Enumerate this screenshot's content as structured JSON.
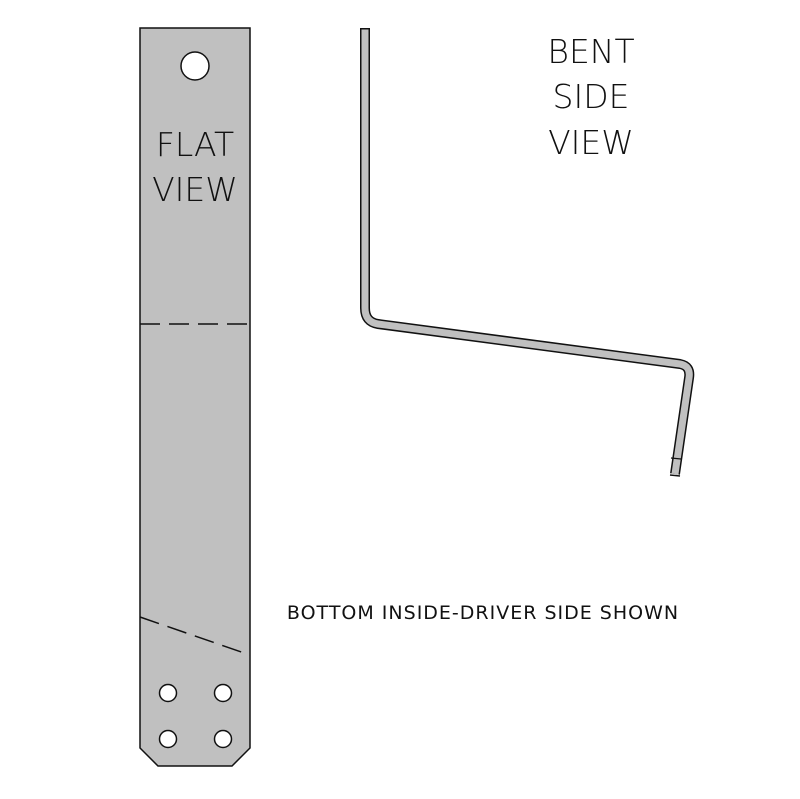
{
  "labels": {
    "flat_view": [
      "FLAT",
      "VIEW"
    ],
    "bent_side_view": [
      "BENT",
      "SIDE",
      "VIEW"
    ],
    "note": "BOTTOM INSIDE-DRIVER SIDE SHOWN"
  },
  "colors": {
    "part_fill": "#c0c0c0",
    "outline": "#111111",
    "hole_fill": "#ffffff",
    "background": "#ffffff"
  }
}
